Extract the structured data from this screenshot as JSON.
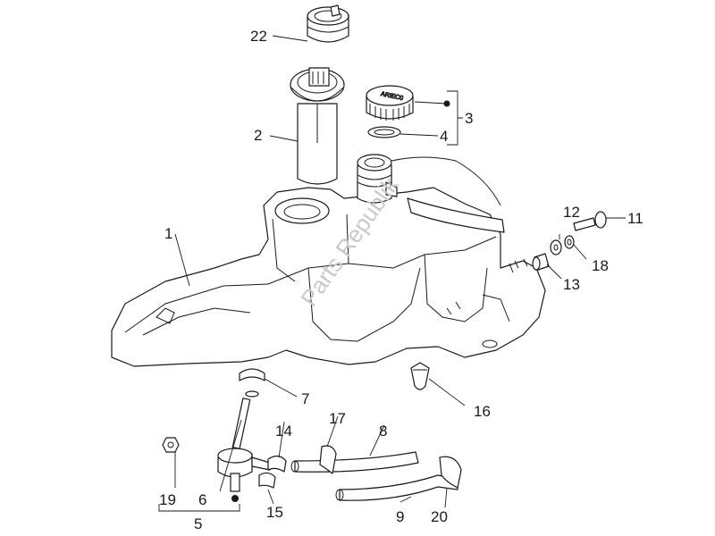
{
  "watermark": "Parts Republik",
  "callouts": {
    "c1": "1",
    "c2": "2",
    "c3": "3",
    "c4": "4",
    "c5": "5",
    "c6": "6",
    "c7": "7",
    "c8": "8",
    "c9": "9",
    "c11": "11",
    "c12": "12",
    "c13": "13",
    "c14": "14",
    "c15": "15",
    "c16": "16",
    "c17": "17",
    "c18": "18",
    "c19": "19",
    "c20": "20",
    "c22": "22"
  },
  "cap_text": "ARIEC0"
}
